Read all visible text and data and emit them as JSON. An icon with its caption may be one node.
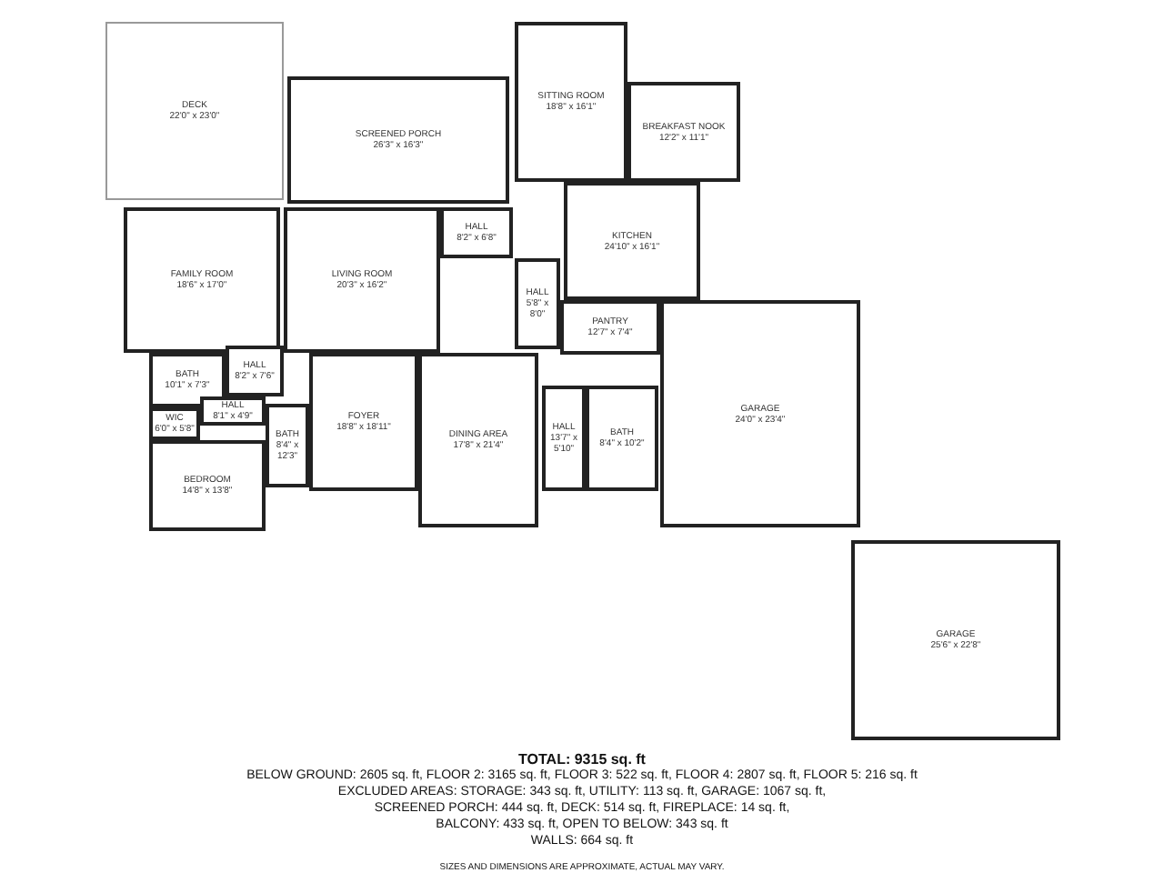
{
  "diagram": {
    "title": "TOTAL: 9315 sq. ft",
    "caption": "SIZES AND DIMENSIONS ARE APPROXIMATE, ACTUAL MAY VARY.",
    "nodes": [
      {
        "text": [
          "DECK",
          "22'0\" x 23'0\""
        ]
      },
      {
        "text": [
          "SCREENED PORCH",
          "26'3\" x 16'3\""
        ]
      },
      {
        "text": [
          "HALL",
          "8'2\" x 6'8\""
        ]
      },
      {
        "text": [
          "FAMILY ROOM",
          "18'6\" x 17'0\""
        ]
      },
      {
        "text": [
          "LIVING ROOM",
          "20'3\" x 16'2\""
        ]
      },
      {
        "text": [
          "SITTING ROOM",
          "18'8\" x 16'1\""
        ]
      },
      {
        "text": [
          "BREAKFAST NOOK",
          "12'2\" x 11'1\""
        ]
      },
      {
        "text": [
          "KITCHEN",
          "24'10\" x 16'1\""
        ]
      },
      {
        "text": [
          "HALL",
          "5'8\" x 8'0\""
        ]
      },
      {
        "text": [
          "PANTRY",
          "12'7\" x 7'4\""
        ]
      },
      {
        "text": [
          "BATH",
          "10'1\" x 7'3\""
        ]
      },
      {
        "text": [
          "HALL",
          "8'2\" x 7'6\""
        ]
      },
      {
        "text": [
          "HALL",
          "8'1\" x 4'9\""
        ]
      },
      {
        "text": [
          "WIC",
          "6'0\" x 5'8\""
        ]
      },
      {
        "text": [
          "BATH",
          "8'4\" x 12'3\""
        ]
      },
      {
        "text": [
          "BEDROOM",
          "14'8\" x 13'8\""
        ]
      },
      {
        "text": [
          "FOYER",
          "18'8\" x 18'11\""
        ]
      },
      {
        "text": [
          "DINING AREA",
          "17'8\" x 21'4\""
        ]
      },
      {
        "text": [
          "HALL",
          "13'7\" x 5'10\""
        ]
      },
      {
        "text": [
          "BATH",
          "8'4\" x 10'2\""
        ]
      },
      {
        "text": [
          "GARAGE",
          "24'0\" x 23'4\""
        ]
      },
      {
        "text": [
          "GARAGE",
          "25'6\" x 22'8\""
        ]
      }
    ],
    "labels": [
      "BELOW GROUND: 2605 sq. ft, FLOOR 2: 3165 sq. ft, FLOOR 3: 522 sq. ft, FLOOR 4: 2807 sq. ft, FLOOR 5: 216 sq. ft",
      "EXCLUDED AREAS: STORAGE: 343 sq. ft, UTILITY: 113 sq. ft, GARAGE: 1067 sq. ft,",
      "SCREENED PORCH: 444 sq. ft, DECK: 514 sq. ft, FIREPLACE: 14 sq. ft,",
      "BALCONY: 433 sq. ft, OPEN TO BELOW: 343 sq. ft",
      "WALLS: 664 sq. ft"
    ]
  }
}
